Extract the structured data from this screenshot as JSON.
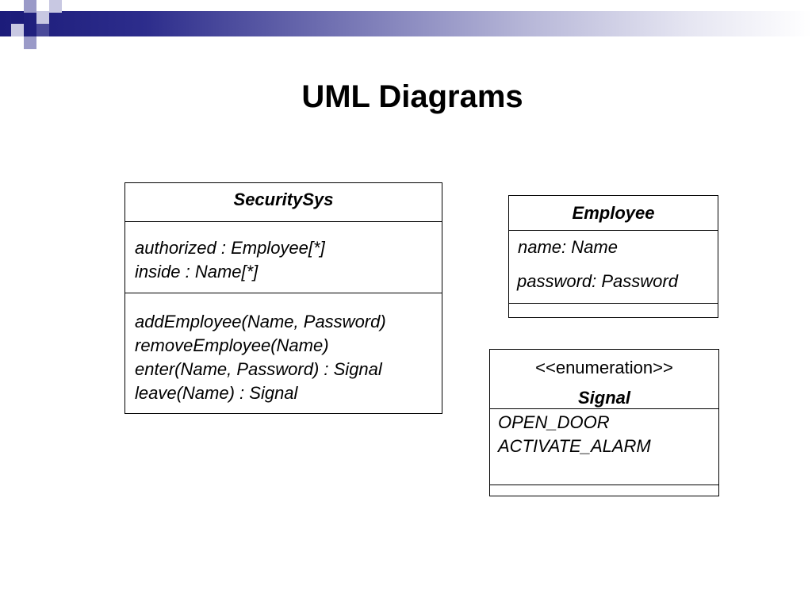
{
  "slide": {
    "title": "UML Diagrams"
  },
  "colors": {
    "header_dark": "#1c1c7a",
    "header_mid": "#6e6eb0",
    "header_light": "#b7b7d8"
  },
  "classes": {
    "security_sys": {
      "name": "SecuritySys",
      "attributes": [
        "authorized : Employee[*]",
        "inside : Name[*]"
      ],
      "operations": [
        "addEmployee(Name, Password)",
        "removeEmployee(Name)",
        "enter(Name, Password) : Signal",
        "leave(Name) : Signal"
      ]
    },
    "employee": {
      "name": "Employee",
      "attributes": [
        "name: Name",
        "password: Password"
      ]
    },
    "signal": {
      "stereotype": "<<enumeration>>",
      "name": "Signal",
      "literals": [
        "OPEN_DOOR",
        "ACTIVATE_ALARM"
      ]
    }
  }
}
